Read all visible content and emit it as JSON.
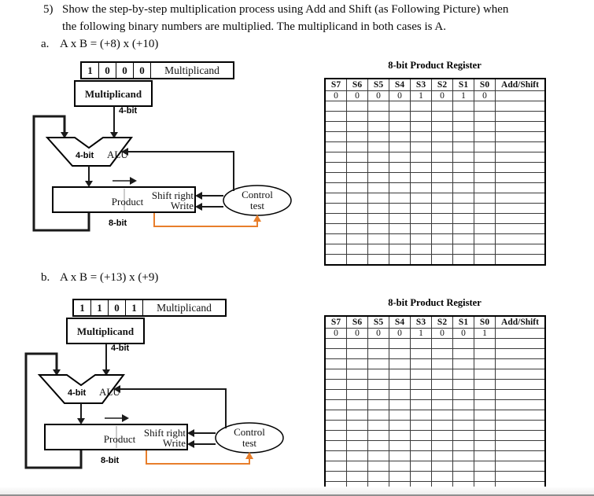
{
  "question": {
    "number": "5)",
    "line1": "Show the step-by-step multiplication process using Add and Shift (as Following Picture) when",
    "line2": "the following binary numbers are multiplied. The multiplicand in both cases is A."
  },
  "diagram_labels": {
    "register_label": "Multiplicand",
    "multiplicand_box": "Multiplicand",
    "input_width": "4-bit",
    "alu_width": "4-bit",
    "alu_name": "ALU",
    "product": "Product",
    "shift_right": "Shift right",
    "write": "Write",
    "product_width": "8-bit",
    "control_line1": "Control",
    "control_line2": "test"
  },
  "parts": {
    "a": {
      "label": "a.",
      "equation": "A x B = (+8) x (+10)",
      "register_bits": [
        "1",
        "0",
        "0",
        "0"
      ],
      "table": {
        "title": "8-bit Product Register",
        "headers": [
          "S7",
          "S6",
          "S5",
          "S4",
          "S3",
          "S2",
          "S1",
          "S0",
          "Add/Shift"
        ],
        "initial_row": [
          "0",
          "0",
          "0",
          "0",
          "1",
          "0",
          "1",
          "0",
          ""
        ],
        "empty_row_count": 16
      }
    },
    "b": {
      "label": "b.",
      "equation": "A x B = (+13) x (+9)",
      "register_bits": [
        "1",
        "1",
        "0",
        "1"
      ],
      "table": {
        "title": "8-bit Product Register",
        "headers": [
          "S7",
          "S6",
          "S5",
          "S4",
          "S3",
          "S2",
          "S1",
          "S0",
          "Add/Shift"
        ],
        "initial_row": [
          "0",
          "0",
          "0",
          "0",
          "1",
          "0",
          "0",
          "1",
          ""
        ],
        "empty_row_count": 15
      }
    }
  },
  "colors": {
    "control_feedback_orange": "#e87e2b",
    "line_black": "#1a1a1a"
  }
}
